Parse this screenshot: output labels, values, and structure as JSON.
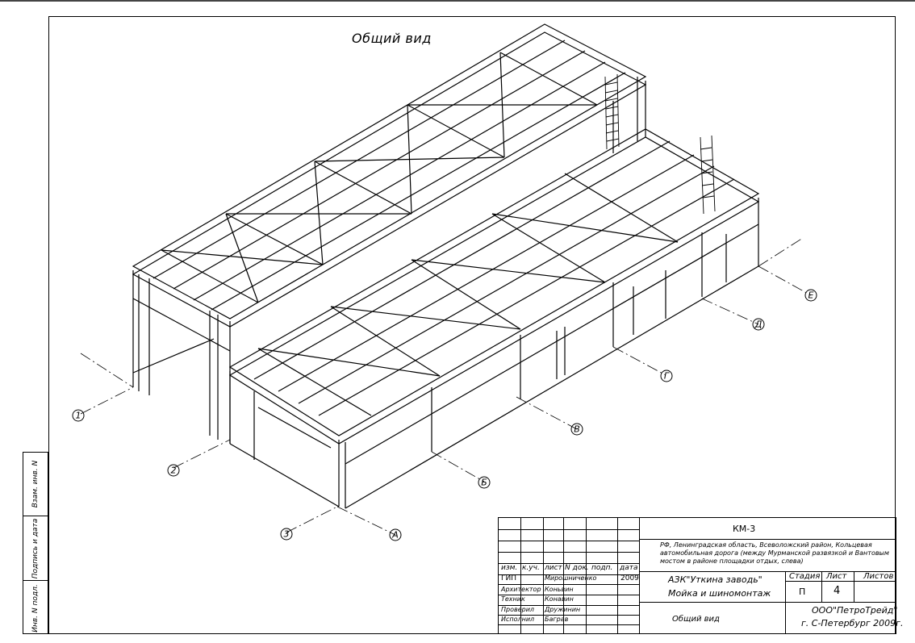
{
  "view_title": "Общий вид",
  "axes": {
    "a1": "1",
    "a2": "2",
    "a3": "3",
    "A": "А",
    "B": "Б",
    "V": "В",
    "G": "Г",
    "D": "Д",
    "E": "Е"
  },
  "side_stamp": {
    "inv_sub": "Инв. N подл.",
    "sign_date": "Подпись и дата",
    "inv_replace": "Взам. инв. N"
  },
  "title_block": {
    "code": "КМ-3",
    "address": "РФ, Ленинградская область, Всеволожский район, Кольцевая автомобильная дорога (между Мурманской развязкой и Вантовым мостом в районе площадки отдых, слева)",
    "headers": [
      "изм.",
      "к.уч.",
      "лист",
      "N док.",
      "подп.",
      "дата"
    ],
    "roles": [
      {
        "role": "ГИП",
        "name": "Мирошниченко",
        "date": "2009"
      },
      {
        "role": "Архитектор",
        "name": "Коньвин",
        "date": ""
      },
      {
        "role": "Техник",
        "name": "Конавин",
        "date": ""
      },
      {
        "role": "Проверил",
        "name": "Дружинин",
        "date": ""
      },
      {
        "role": "Исполнил",
        "name": "Баграв",
        "date": ""
      }
    ],
    "object_title": "АЗК\"Уткина заводь\"",
    "object_sub": "Мойка и шиномонтаж",
    "stage_label": "Стадия",
    "sheet_label": "Лист",
    "sheets_label": "Листов",
    "stage": "П",
    "sheet": "4",
    "sheets": "",
    "drawing_name": "Общий вид",
    "company": "ООО\"ПетроТрейд\"",
    "city_year": "г. С-Петербург 2009г."
  }
}
